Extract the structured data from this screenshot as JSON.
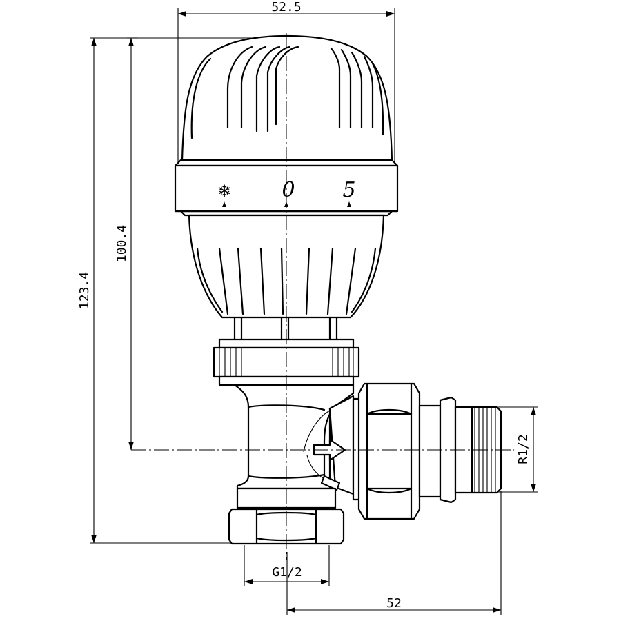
{
  "dimensions": {
    "overall_width": "52.5",
    "total_height": "123.4",
    "axis_height": "100.4",
    "outlet_thread": "R1/2",
    "inlet_thread": "G1/2",
    "outlet_offset": "52"
  },
  "scale": {
    "snowflake": "❄",
    "zero": "0",
    "five": "5"
  },
  "icons": {
    "frost_protection": "snowflake-icon",
    "flow_direction": "arrow-right-icon"
  }
}
